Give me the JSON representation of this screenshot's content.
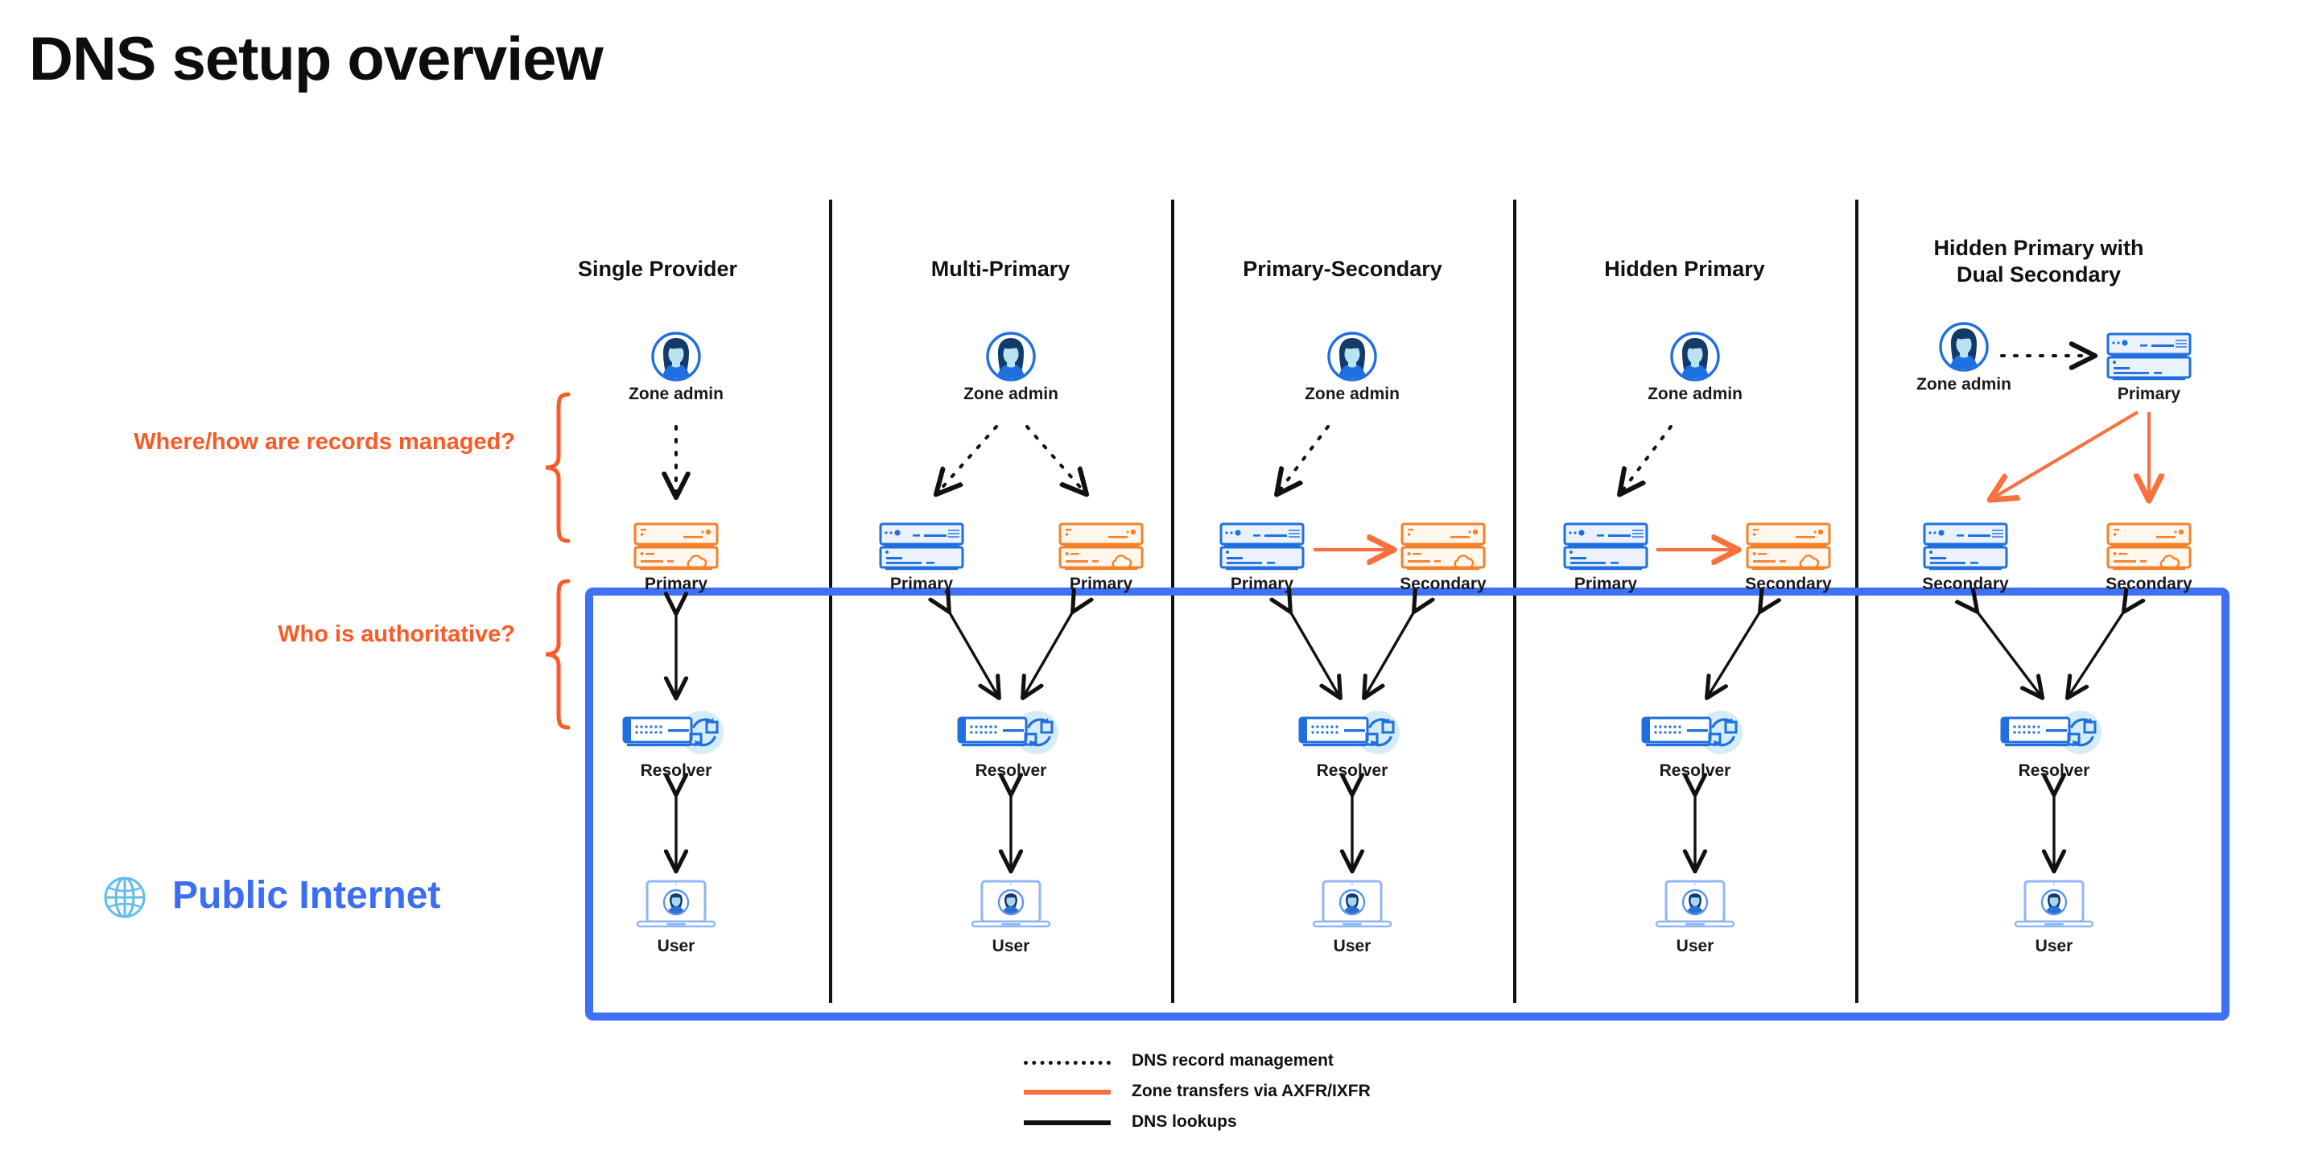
{
  "page": {
    "title": "DNS setup overview",
    "background": "#ffffff"
  },
  "colors": {
    "orange": "#f7713f",
    "server_orange": "#f5822b",
    "blue": "#1f6fe0",
    "box_blue": "#4070f4",
    "public_internet_blue": "#3b6ef5",
    "black": "#111111"
  },
  "annotations": [
    {
      "text": "Where/how are records managed?",
      "brace": "curly-brace-icon"
    },
    {
      "text": "Who is authoritative?",
      "brace": "curly-brace-icon"
    }
  ],
  "public_internet": {
    "label": "Public Internet",
    "icon": "globe-icon"
  },
  "columns": [
    {
      "id": "single-provider",
      "header": "Single Provider",
      "nodes": [
        {
          "role": "admin",
          "label": "Zone admin",
          "icon": "zone-admin-avatar-icon"
        },
        {
          "role": "primary",
          "label": "Primary",
          "icon": "server-icon",
          "variant": "orange"
        },
        {
          "role": "resolver",
          "label": "Resolver",
          "icon": "resolver-icon"
        },
        {
          "role": "user",
          "label": "User",
          "icon": "laptop-user-icon"
        }
      ]
    },
    {
      "id": "multi-primary",
      "header": "Multi-Primary",
      "nodes": [
        {
          "role": "admin",
          "label": "Zone admin",
          "icon": "zone-admin-avatar-icon"
        },
        {
          "role": "primary-l",
          "label": "Primary",
          "icon": "server-icon",
          "variant": "blue"
        },
        {
          "role": "primary-r",
          "label": "Primary",
          "icon": "server-icon",
          "variant": "orange"
        },
        {
          "role": "resolver",
          "label": "Resolver",
          "icon": "resolver-icon"
        },
        {
          "role": "user",
          "label": "User",
          "icon": "laptop-user-icon"
        }
      ]
    },
    {
      "id": "primary-secondary",
      "header": "Primary-Secondary",
      "nodes": [
        {
          "role": "admin",
          "label": "Zone admin",
          "icon": "zone-admin-avatar-icon"
        },
        {
          "role": "primary",
          "label": "Primary",
          "icon": "server-icon",
          "variant": "blue"
        },
        {
          "role": "secondary",
          "label": "Secondary",
          "icon": "server-icon",
          "variant": "orange"
        },
        {
          "role": "resolver",
          "label": "Resolver",
          "icon": "resolver-icon"
        },
        {
          "role": "user",
          "label": "User",
          "icon": "laptop-user-icon"
        }
      ]
    },
    {
      "id": "hidden-primary",
      "header": "Hidden Primary",
      "nodes": [
        {
          "role": "admin",
          "label": "Zone admin",
          "icon": "zone-admin-avatar-icon"
        },
        {
          "role": "primary",
          "label": "Primary",
          "icon": "server-icon",
          "variant": "blue"
        },
        {
          "role": "secondary",
          "label": "Secondary",
          "icon": "server-icon",
          "variant": "orange"
        },
        {
          "role": "resolver",
          "label": "Resolver",
          "icon": "resolver-icon"
        },
        {
          "role": "user",
          "label": "User",
          "icon": "laptop-user-icon"
        }
      ]
    },
    {
      "id": "hidden-primary-dual-secondary",
      "header": "Hidden Primary with Dual Secondary",
      "header_line1": "Hidden Primary with",
      "header_line2": "Dual Secondary",
      "nodes": [
        {
          "role": "admin",
          "label": "Zone admin",
          "icon": "zone-admin-avatar-icon"
        },
        {
          "role": "primary",
          "label": "Primary",
          "icon": "server-icon",
          "variant": "blue"
        },
        {
          "role": "secondary-l",
          "label": "Secondary",
          "icon": "server-icon",
          "variant": "blue"
        },
        {
          "role": "secondary-r",
          "label": "Secondary",
          "icon": "server-icon",
          "variant": "orange"
        },
        {
          "role": "resolver",
          "label": "Resolver",
          "icon": "resolver-icon"
        },
        {
          "role": "user",
          "label": "User",
          "icon": "laptop-user-icon"
        }
      ]
    }
  ],
  "legend": [
    {
      "style": "dotted-black",
      "label": "DNS record management"
    },
    {
      "style": "solid-orange",
      "label": "Zone transfers via AXFR/IXFR"
    },
    {
      "style": "solid-black",
      "label": "DNS lookups"
    }
  ]
}
